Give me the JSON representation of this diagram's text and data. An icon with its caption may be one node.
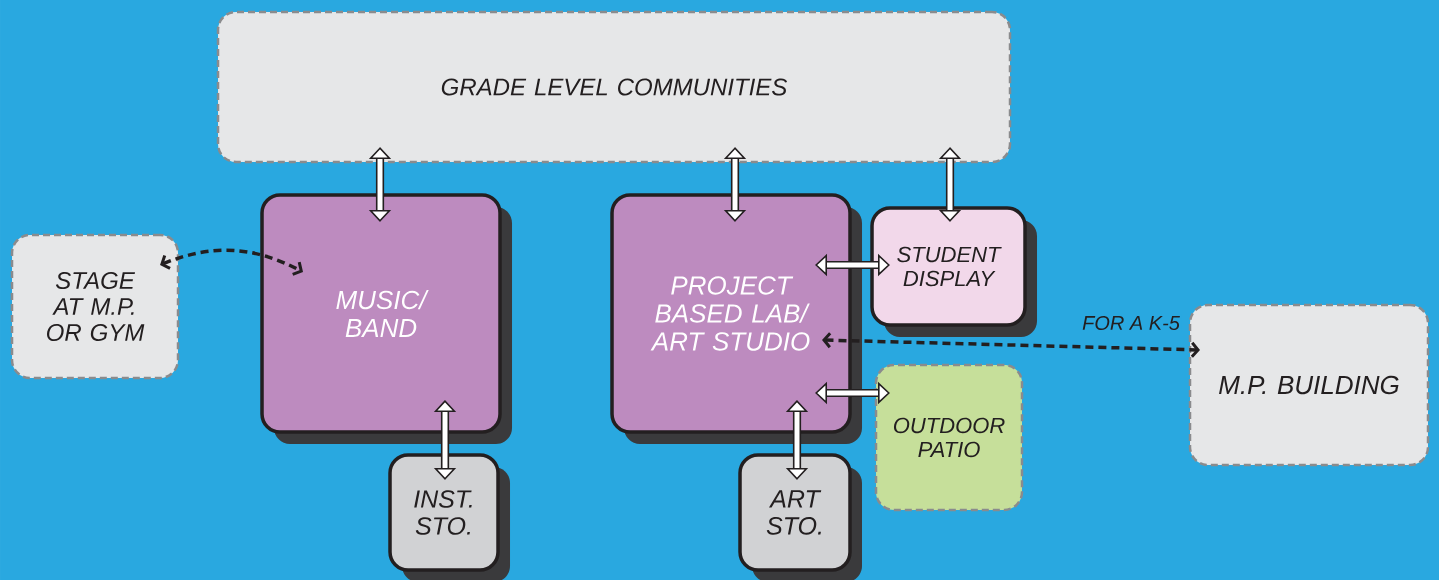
{
  "diagram": {
    "nodes": [
      {
        "text": [
          "GRADE LEVEL COMMUNITIES"
        ]
      },
      {
        "text": [
          "STAGE AT M.P. OR GYM"
        ]
      },
      {
        "text": [
          "MUSIC/ BAND"
        ]
      },
      {
        "text": [
          "PROJECT BASED LAB/ ART STUDIO"
        ]
      },
      {
        "text": [
          "STUDENT DISPLAY"
        ]
      },
      {
        "text": [
          "M.P. BUILDING"
        ]
      },
      {
        "text": [
          "INST. STO."
        ]
      },
      {
        "text": [
          "ART STO."
        ]
      },
      {
        "text": [
          "OUTDOOR PATIO"
        ]
      }
    ],
    "edges": [
      {
        "from": 0,
        "to": 2,
        "arrow": "both"
      },
      {
        "from": 0,
        "to": 3,
        "arrow": "both"
      },
      {
        "from": 0,
        "to": 4,
        "arrow": "both"
      },
      {
        "from": 1,
        "to": 2,
        "arrow": "both",
        "style": "dashed"
      },
      {
        "from": 3,
        "to": 4,
        "arrow": "both"
      },
      {
        "from": 3,
        "to": 5,
        "arrow": "both",
        "style": "dashed",
        "label": "FOR A K-5"
      },
      {
        "from": 3,
        "to": 8,
        "arrow": "both"
      },
      {
        "from": 2,
        "to": 6,
        "arrow": "both"
      },
      {
        "from": 3,
        "to": 7,
        "arrow": "both"
      }
    ]
  }
}
